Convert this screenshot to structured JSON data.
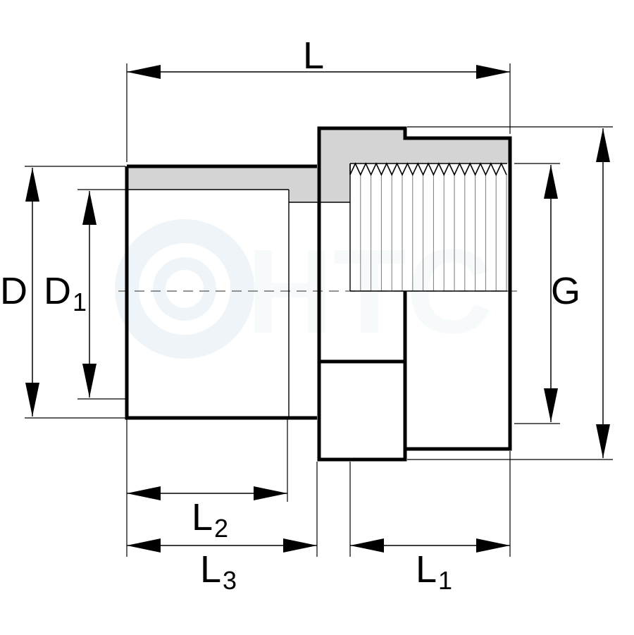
{
  "watermark": "HTC",
  "colors": {
    "outline": "#000000",
    "wall_fill": "#d4d4d4",
    "thread_stroke": "#7a7a7a",
    "watermark": "#e4eef5"
  },
  "dimensions": {
    "L": {
      "main": "L",
      "sub": ""
    },
    "L1": {
      "main": "L",
      "sub": "1"
    },
    "L2": {
      "main": "L",
      "sub": "2"
    },
    "L3": {
      "main": "L",
      "sub": "3"
    },
    "D": {
      "main": "D",
      "sub": ""
    },
    "D1": {
      "main": "D",
      "sub": "1"
    },
    "G": {
      "main": "G",
      "sub": ""
    }
  }
}
